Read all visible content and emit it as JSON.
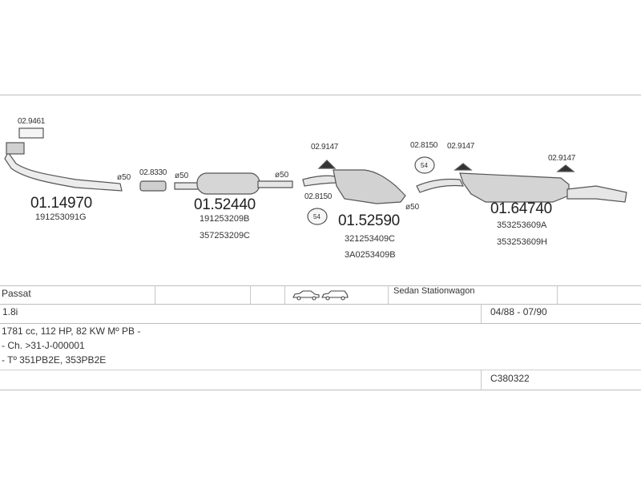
{
  "parts": {
    "gasket_top": "02.9461",
    "clamp_1": "02.8330",
    "front_pipe": {
      "number": "01.14970",
      "oem": [
        "191253091G"
      ],
      "diameter": "ø50"
    },
    "middle_box": {
      "number": "01.52440",
      "oem": [
        "191253209B",
        "357253209C"
      ],
      "diameter_left": "ø50",
      "diameter_right": "ø50"
    },
    "hanger_a": "02.9147",
    "hanger_b": "02.8150",
    "centre_box": {
      "number": "01.52590",
      "oem": [
        "321253409C",
        "3A0253409B"
      ],
      "diameter": "ø50"
    },
    "hanger_c": "02.8150",
    "hanger_d": "02.9147",
    "hanger_e": "02.9147",
    "rear_box": {
      "number": "01.64740",
      "oem": [
        "353253609A",
        "353253609H"
      ]
    }
  },
  "table": {
    "model": "Passat",
    "body_types": "Sedan  Stationwagon",
    "engine": "1.8i",
    "years": "04/88 - 07/90",
    "spec": "1781 cc, 112 HP, 82 KW Mº PB -",
    "chassis": "- Ch. >31-J-000001",
    "type": "- Tº 351PB2E, 353PB2E",
    "code": "C380322"
  },
  "icons": [
    "sedan-car-icon",
    "stationwagon-car-icon"
  ]
}
